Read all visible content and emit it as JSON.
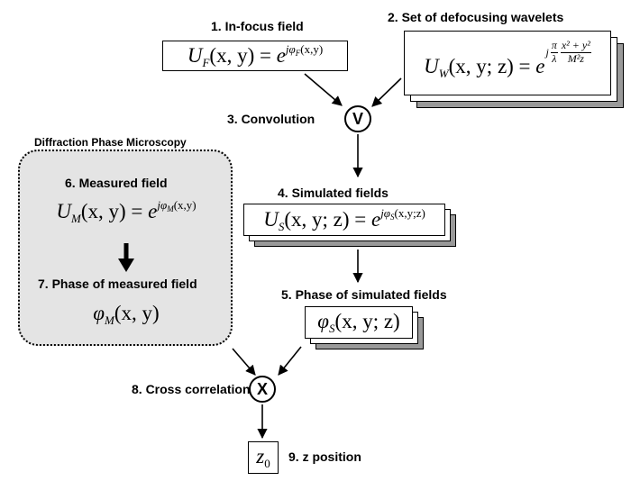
{
  "nodes": {
    "in_focus": {
      "label": "1. In-focus field",
      "eq": {
        "lhs": "U",
        "lhs_sub": "F",
        "args": "(x, y) = ",
        "base": "e",
        "exp": "jφ",
        "exp_sub": "F",
        "exp_args": "(x,y)"
      }
    },
    "wavelets": {
      "label": "2. Set of defocusing wavelets",
      "eq": {
        "lhs": "U",
        "lhs_sub": "W",
        "args": "(x, y; z) = ",
        "base": "e",
        "exp_j": "j",
        "exp_num_a": "π",
        "exp_den_a": "λ",
        "exp_num_b": "x² + y²",
        "exp_den_b": "M²z"
      }
    },
    "convolution": {
      "label": "3. Convolution",
      "symbol": "V"
    },
    "simulated": {
      "label": "4. Simulated fields",
      "eq": {
        "lhs": "U",
        "lhs_sub": "S",
        "args": "(x, y; z) = ",
        "base": "e",
        "exp": "jφ",
        "exp_sub": "S",
        "exp_args": "(x,y;z)"
      }
    },
    "sim_phase": {
      "label": "5. Phase of simulated fields",
      "eq": {
        "lhs": "φ",
        "lhs_sub": "S",
        "args": "(x, y; z)"
      }
    },
    "dpm_title": "Diffraction Phase Microscopy",
    "measured": {
      "label": "6. Measured field",
      "eq": {
        "lhs": "U",
        "lhs_sub": "M",
        "args": "(x, y) = ",
        "base": "e",
        "exp": "jφ",
        "exp_sub": "M",
        "exp_args": "(x,y)"
      }
    },
    "meas_phase": {
      "label": "7. Phase of measured field",
      "eq": {
        "lhs": "φ",
        "lhs_sub": "M",
        "args": "(x, y)"
      }
    },
    "cross_corr": {
      "label": "8. Cross correlation",
      "symbol": "X"
    },
    "z_pos": {
      "label": "9. z position",
      "eq": {
        "lhs": "z",
        "lhs_sub": "0"
      }
    }
  },
  "colors": {
    "panel_fill": "#e4e4e4",
    "stroke": "#000000",
    "shadow_fill": "#999999"
  }
}
